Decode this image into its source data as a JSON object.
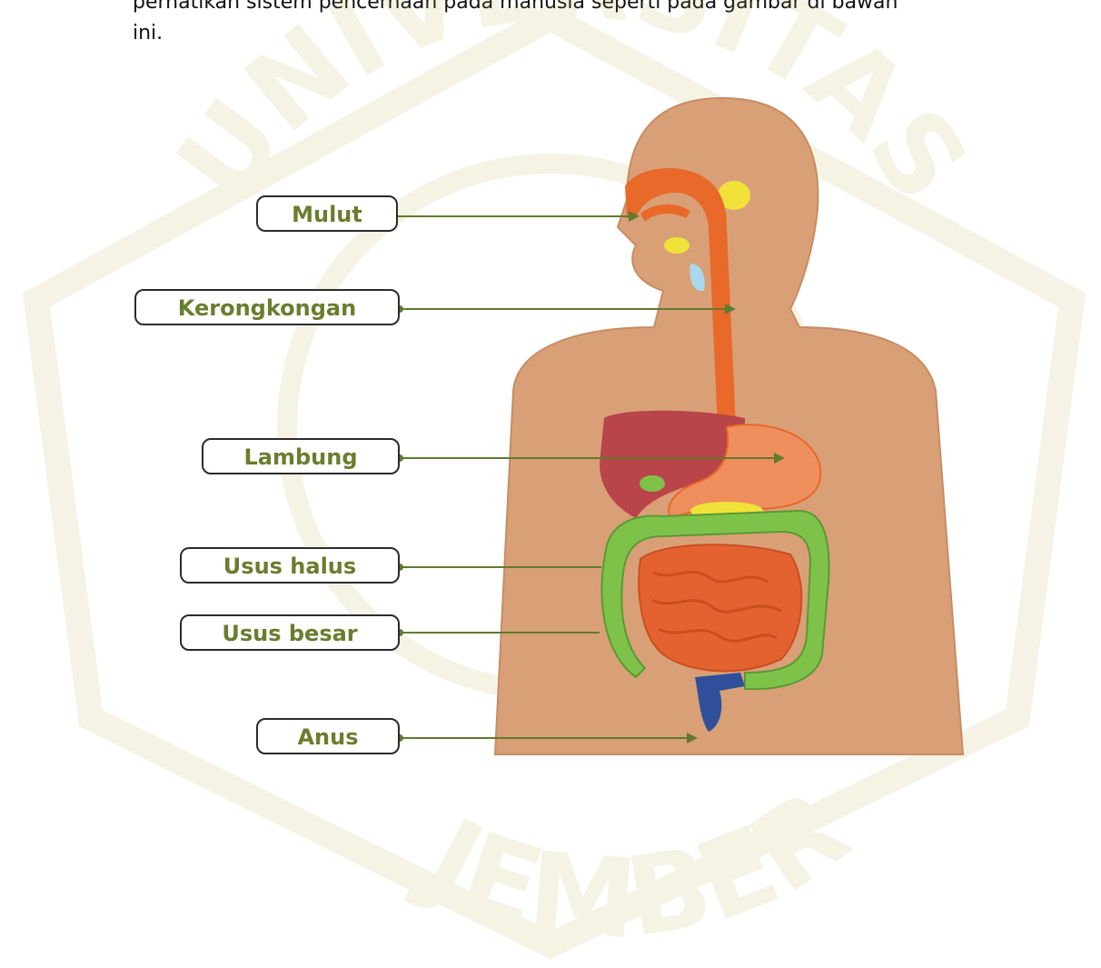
{
  "intro": {
    "line1": "perhatikan sistem pencernaan pada manusia seperti pada gambar di bawah",
    "line2": "ini."
  },
  "labels": {
    "mulut": "Mulut",
    "kerongkongan": "Kerongkongan",
    "lambung": "Lambung",
    "usus_halus": "Usus halus",
    "usus_besar": "Usus besar",
    "anus": "Anus"
  },
  "watermark": {
    "top": "UNIVERSITAS",
    "bottom": "JEMBER"
  },
  "colors": {
    "skin": "#d9a077",
    "esophagus": "#e8692a",
    "liver": "#b9444a",
    "stomach": "#ef8f5e",
    "small_intestine": "#e4622f",
    "large_intestine": "#7fc24a",
    "rectum": "#2f4f9a",
    "gland": "#f1e23a",
    "arrow": "#5f7b2d"
  }
}
